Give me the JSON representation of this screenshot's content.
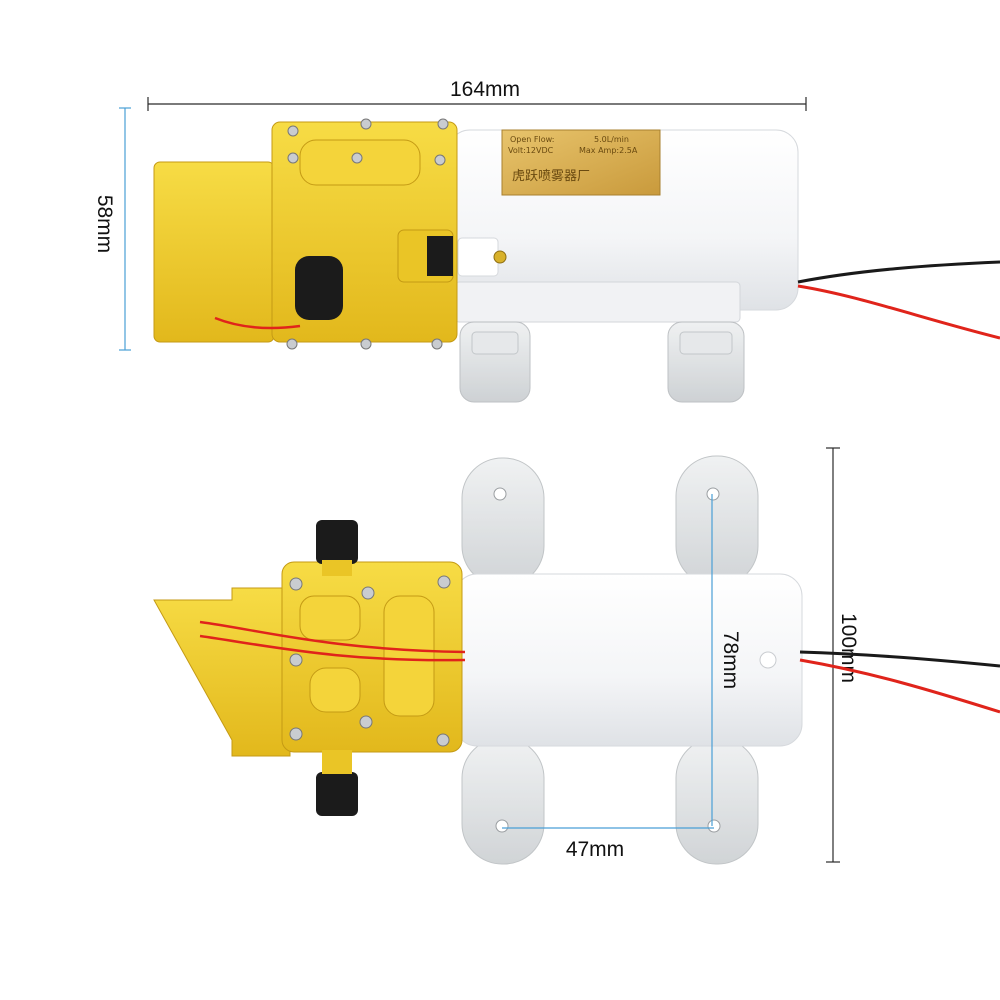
{
  "dimensions": {
    "length": "164mm",
    "height": "58mm",
    "width": "100mm",
    "mount_spacing_long": "78mm",
    "mount_spacing_short": "47mm"
  },
  "label_plate": {
    "open_flow": "Open Flow:",
    "flow_value": "5.0L/min",
    "voltage": "Volt:12VDC",
    "max_amp": "Max Amp:2.5A",
    "maker": "虎跃喷雾器厂"
  },
  "colors": {
    "pump_head": "#f2cf2e",
    "motor_body": "#f5f6f8",
    "mount_feet": "#dcdfe1",
    "dimension_line": "#2b2b2b",
    "guide_line": "#4a9fd6",
    "wire_red": "#e0241b",
    "wire_black": "#1a1a1a"
  }
}
